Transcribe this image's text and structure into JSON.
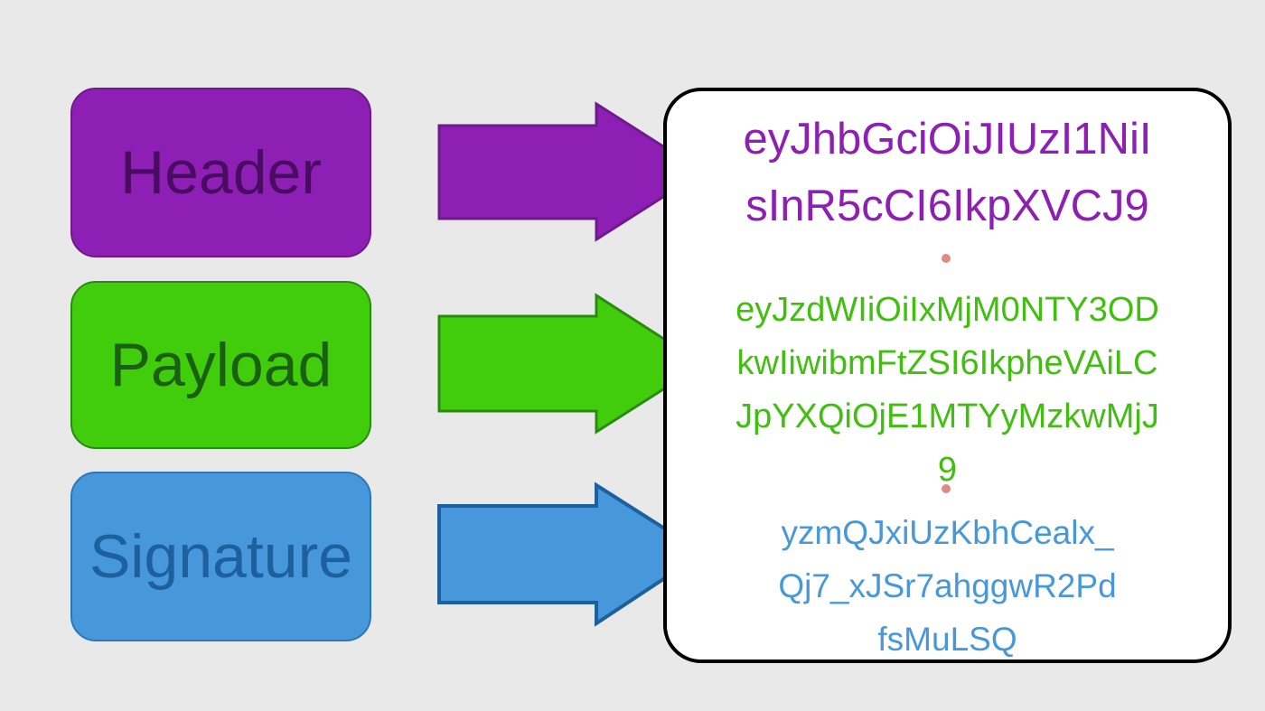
{
  "labels": {
    "header": "Header",
    "payload": "Payload",
    "signature": "Signature"
  },
  "token": {
    "header_lines": [
      "eyJhbGciOiJIUzI1NiI",
      "sInR5cCI6IkpXVCJ9"
    ],
    "separator": ".",
    "payload_lines": [
      "eyJzdWIiOiIxMjM0NTY3OD",
      "kwIiwibmFtZSI6IkpheVAiLC",
      "JpYXQiOjE1MTYyMzkwMjJ",
      "9"
    ],
    "signature_lines": [
      "yzmQJxiUzKbhCealx_",
      "Qj7_xJSr7ahggwR2Pd",
      "fsMuLSQ"
    ]
  },
  "colors": {
    "background": "#e9e9e9",
    "header": "#8e1fb4",
    "payload": "#41cd0c",
    "signature": "#4698db",
    "separator": "#e08a86"
  },
  "icons": [
    "arrow-right-icon"
  ]
}
